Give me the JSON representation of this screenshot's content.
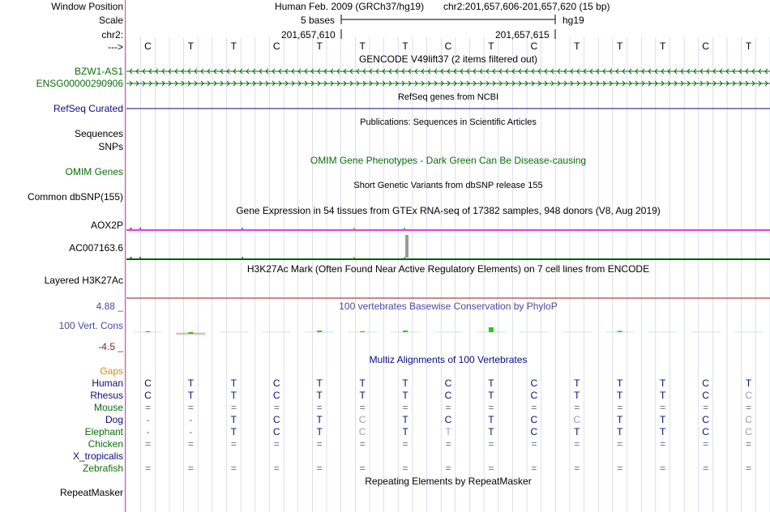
{
  "header": {
    "window_position_label": "Window Position",
    "scale_label": "Scale",
    "chrom_label": "chr2:",
    "strand_label": "--->",
    "assembly": "Human Feb. 2009 (GRCh37/hg19)",
    "position": "chr2:201,657,606-201,657,620 (15 bp)",
    "scale_text": "5 bases",
    "db_label": "hg19",
    "coord_left": "201,657,610",
    "coord_right": "201,657,615"
  },
  "bases": [
    "C",
    "T",
    "T",
    "C",
    "T",
    "T",
    "T",
    "C",
    "T",
    "C",
    "T",
    "T",
    "T",
    "C",
    "T"
  ],
  "colors": {
    "gencode_green": "#0a6e0a",
    "refseq_navy": "#0c0c78",
    "omim_green": "#0a6e0a",
    "gtex_magenta": "#e040e0",
    "phylop_blue": "#4a4a9e",
    "phylop_red": "#8b1a1a",
    "gaps_orange": "#d98c00",
    "species_navy": "#0c0c78",
    "species_green": "#0a6e0a",
    "vline": "#c8c8e8"
  },
  "tracks": {
    "gencode_title": "GENCODE V49lift37 (2 items filtered out)",
    "gencode_items": [
      "BZW1-AS1",
      "ENSG00000290906"
    ],
    "refseq_title": "RefSeq genes from NCBI",
    "refseq_label": "RefSeq Curated",
    "pubs_title": "Publications: Sequences in Scientific Articles",
    "pubs_labels": [
      "Sequences",
      "SNPs"
    ],
    "omim_title": "OMIM Gene Phenotypes - Dark Green Can Be Disease-causing",
    "omim_label": "OMIM Genes",
    "snp_title": "Short Genetic Variants from dbSNP release 155",
    "snp_label": "Common dbSNP(155)",
    "gtex_title": "Gene Expression in 54 tissues from GTEx RNA-seq of 17382 samples, 948 donors (V8, Aug 2019)",
    "gtex_items": [
      "AOX2P",
      "AC007163.6"
    ],
    "h3k27_title": "H3K27Ac Mark (Often Found Near Active Regulatory Elements) on 7 cell lines from ENCODE",
    "h3k27_label": "Layered H3K27Ac",
    "phylop_title": "100 vertebrates Basewise Conservation by PhyloP",
    "phylop_label": "100 Vert. Cons",
    "phylop_max": "4.88 _",
    "phylop_min": "-4.5 _",
    "multiz_title": "Multiz Alignments of 100 Vertebrates",
    "gaps_label": "Gaps",
    "repeat_title": "Repeating Elements by RepeatMasker",
    "repeat_label": "RepeatMasker"
  },
  "alignment": [
    {
      "species": "Human",
      "bases": [
        "C",
        "T",
        "T",
        "C",
        "T",
        "T",
        "T",
        "C",
        "T",
        "C",
        "T",
        "T",
        "T",
        "C",
        "T"
      ]
    },
    {
      "species": "Rhesus",
      "bases": [
        "C",
        "T",
        "T",
        "C",
        "T",
        "T",
        "T",
        "C",
        "T",
        "C",
        "T",
        "T",
        "T",
        "C",
        "C"
      ]
    },
    {
      "species": "Mouse",
      "bases": [
        "=",
        "=",
        "=",
        "=",
        "=",
        "=",
        "=",
        "=",
        "=",
        "=",
        "=",
        "=",
        "=",
        "=",
        "="
      ]
    },
    {
      "species": "Dog",
      "bases": [
        "-",
        "-",
        "T",
        "C",
        "T",
        "C",
        "T",
        "C",
        "T",
        "C",
        "C",
        "T",
        "T",
        "C",
        "C"
      ]
    },
    {
      "species": "Elephant",
      "bases": [
        "-",
        "-",
        "T",
        "C",
        "T",
        "C",
        "T",
        "T",
        "T",
        "C",
        "T",
        "T",
        "T",
        "C",
        "C"
      ]
    },
    {
      "species": "Chicken",
      "bases": [
        "=",
        "=",
        "=",
        "=",
        "=",
        "=",
        "=",
        "=",
        "=",
        "=",
        "=",
        "=",
        "=",
        "=",
        "="
      ]
    },
    {
      "species": "X_tropicalis",
      "bases": [
        "",
        "",
        "",
        "",
        "",
        "",
        "",
        "",
        "",
        "",
        "",
        "",
        "",
        "",
        ""
      ]
    },
    {
      "species": "Zebrafish",
      "bases": [
        "=",
        "=",
        "=",
        "=",
        "=",
        "=",
        "=",
        "=",
        "=",
        "=",
        "=",
        "=",
        "=",
        "=",
        "="
      ]
    }
  ],
  "alignment_faded": [
    [],
    [
      14
    ],
    [],
    [
      5,
      10,
      14
    ],
    [
      5,
      7,
      14
    ],
    [],
    [],
    []
  ],
  "phylop_values": [
    0.3,
    -0.6,
    0,
    0,
    0.5,
    0.3,
    0.5,
    0,
    1.5,
    0,
    0,
    0.4,
    0,
    0,
    0
  ]
}
